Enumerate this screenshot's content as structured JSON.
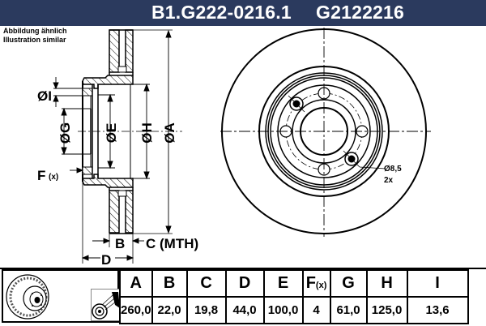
{
  "header": {
    "part_number": "B1.G222-0216.1",
    "ref_number": "G2122216",
    "background": "#2b3a5e"
  },
  "note": {
    "line1": "Abbildung ähnlich",
    "line2": "Illustration similar"
  },
  "drawing": {
    "side_labels": {
      "I": "ØI",
      "G": "ØG",
      "E": "ØE",
      "H": "ØH",
      "A": "ØA",
      "F": "F",
      "F_sub": "(x)",
      "B": "B",
      "C": "C (MTH)",
      "D": "D"
    },
    "front_labels": {
      "hole_dia": "Ø8,5",
      "hole_count": "2x"
    }
  },
  "table": {
    "icons": [
      "brake-disc-thumbnail-icon",
      "coating-spray-icon"
    ],
    "columns": [
      {
        "key": "A",
        "label": "A",
        "value": "260,0"
      },
      {
        "key": "B",
        "label": "B",
        "value": "22,0"
      },
      {
        "key": "C",
        "label": "C",
        "value": "19,8"
      },
      {
        "key": "D",
        "label": "D",
        "value": "44,0"
      },
      {
        "key": "E",
        "label": "E",
        "value": "100,0"
      },
      {
        "key": "F",
        "label": "F",
        "sub": "(x)",
        "value": "4"
      },
      {
        "key": "G",
        "label": "G",
        "value": "61,0"
      },
      {
        "key": "H",
        "label": "H",
        "value": "125,0"
      },
      {
        "key": "I",
        "label": "I",
        "value": "13,6"
      }
    ]
  }
}
